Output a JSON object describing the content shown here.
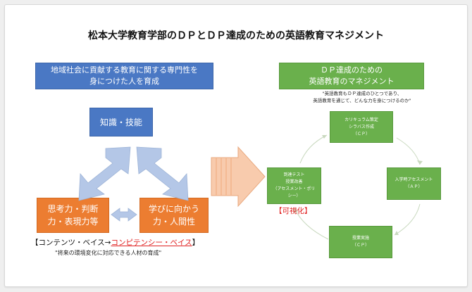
{
  "title": "松本大学教育学部のＤＰとＤＰ達成のための英語教育マネジメント",
  "left": {
    "banner_line1": "地域社会に貢献する教育に関する専門性を",
    "banner_line2": "身につけた人を育成",
    "knowledge": "知識・技能",
    "thinking_line1": "思考力・判断",
    "thinking_line2": "力・表現力等",
    "learning_line1": "学びに向かう",
    "learning_line2": "力・人間性",
    "contents_prefix": "【コンテンツ・ベイス→",
    "contents_highlight": "コンピテンシー・ベイス",
    "contents_suffix": "】",
    "quote": "\"将来の環境変化に対応できる人材の育成\""
  },
  "right": {
    "banner_line1": "ＤＰ達成のための",
    "banner_line2": "英語教育のマネジメント",
    "quote_line1": "\"英語教育もＤＰ達成のひとつであり、",
    "quote_line2": "英語教育を通じて、どんな力を身につけるのか\"",
    "cp1_line1": "カリキュラム策定",
    "cp1_line2": "シラバス作成",
    "cp1_line3": "（ＣＰ）",
    "ap_line1": "入学時アセスメント",
    "ap_line2": "（ＡＰ）",
    "cp2_line1": "授業実施",
    "cp2_line2": "（ＣＰ）",
    "assess_line1": "到達テスト",
    "assess_line2": "授業改善",
    "assess_line3": "（アセスメント・ポリ",
    "assess_line4": "シー）",
    "visual_label": "【可視化】"
  },
  "colors": {
    "blue": "#4a78c4",
    "orange": "#ec7d31",
    "green": "#6ab04c",
    "arrow_light_blue": "#b4c7e7",
    "big_arrow": "#f8cbad",
    "accent_red": "#e02020"
  }
}
